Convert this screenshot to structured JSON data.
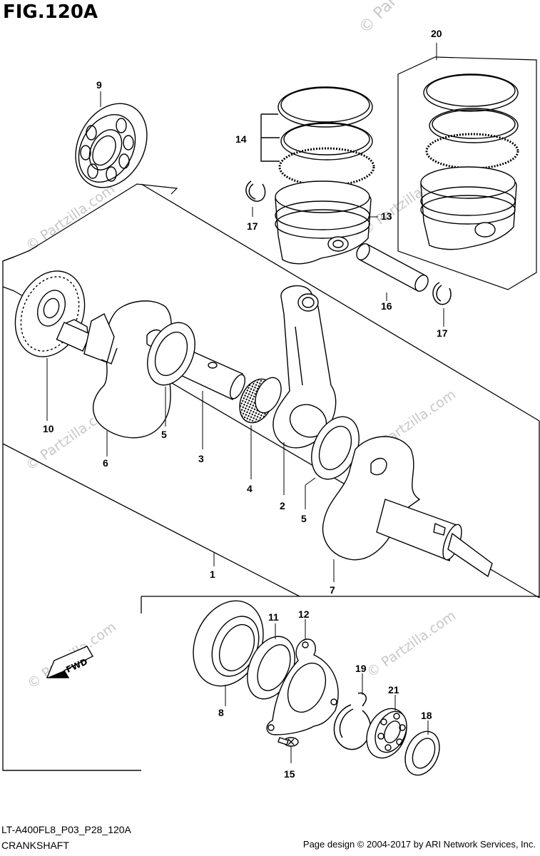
{
  "figure": {
    "title": "FIG.120A"
  },
  "watermark": {
    "text": "© Partzilla.com",
    "corner_text": "© Partz"
  },
  "fwd_label": "FWD",
  "parts": [
    {
      "key": "p1",
      "num": "1"
    },
    {
      "key": "p2",
      "num": "2"
    },
    {
      "key": "p3",
      "num": "3"
    },
    {
      "key": "p4",
      "num": "4"
    },
    {
      "key": "p5a",
      "num": "5"
    },
    {
      "key": "p5b",
      "num": "5"
    },
    {
      "key": "p6",
      "num": "6"
    },
    {
      "key": "p7",
      "num": "7"
    },
    {
      "key": "p8",
      "num": "8"
    },
    {
      "key": "p9",
      "num": "9"
    },
    {
      "key": "p10",
      "num": "10"
    },
    {
      "key": "p11",
      "num": "11"
    },
    {
      "key": "p12",
      "num": "12"
    },
    {
      "key": "p13",
      "num": "13"
    },
    {
      "key": "p14",
      "num": "14"
    },
    {
      "key": "p15",
      "num": "15"
    },
    {
      "key": "p16",
      "num": "16"
    },
    {
      "key": "p17a",
      "num": "17"
    },
    {
      "key": "p17b",
      "num": "17"
    },
    {
      "key": "p18",
      "num": "18"
    },
    {
      "key": "p19",
      "num": "19"
    },
    {
      "key": "p20",
      "num": "20"
    },
    {
      "key": "p21",
      "num": "21"
    }
  ],
  "footer": {
    "model_code": "LT-A400FL8_P03_P28_120A",
    "section": "CRANKSHAFT",
    "copyright": "Page design © 2004-2017 by ARI Network Services, Inc."
  }
}
